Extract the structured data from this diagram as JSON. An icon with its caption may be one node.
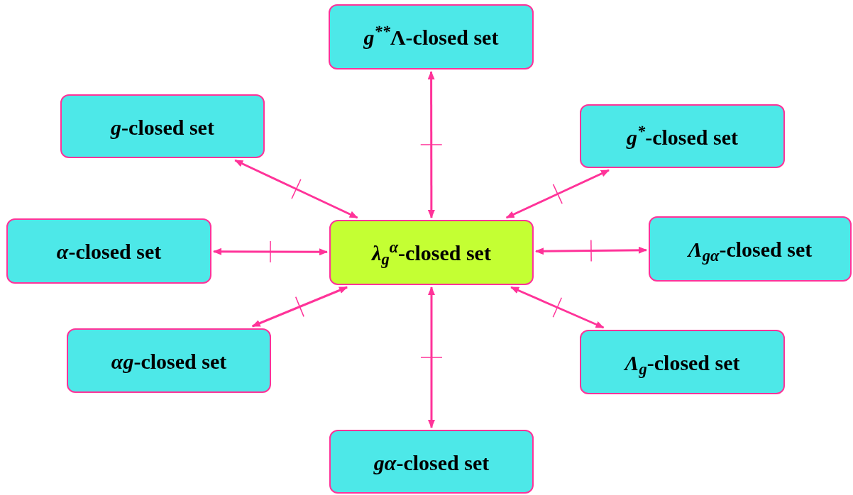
{
  "diagram": {
    "nodes": [
      {
        "text": [
          "*g*$^{**}$Λ-closed set"
        ]
      },
      {
        "text": [
          "*g*-closed set"
        ]
      },
      {
        "text": [
          "*g*$^{*}$-closed set"
        ]
      },
      {
        "text": [
          "*α*-closed set"
        ]
      },
      {
        "text": [
          "*λ*$_{g}$$^{α}$-closed set"
        ]
      },
      {
        "text": [
          "*Λ*$_{gα}$-closed set"
        ]
      },
      {
        "text": [
          "*αg*-closed set"
        ]
      },
      {
        "text": [
          "*Λ*$_{g}$-closed set"
        ]
      },
      {
        "text": [
          "*gα*-closed set"
        ]
      }
    ],
    "edges": [
      {
        "from": 4,
        "to": 0,
        "arrow": "both"
      },
      {
        "from": 4,
        "to": 1,
        "arrow": "both"
      },
      {
        "from": 4,
        "to": 2,
        "arrow": "both"
      },
      {
        "from": 4,
        "to": 3,
        "arrow": "both"
      },
      {
        "from": 4,
        "to": 5,
        "arrow": "both"
      },
      {
        "from": 4,
        "to": 6,
        "arrow": "both"
      },
      {
        "from": 4,
        "to": 7,
        "arrow": "both"
      },
      {
        "from": 4,
        "to": 8,
        "arrow": "both"
      }
    ]
  }
}
